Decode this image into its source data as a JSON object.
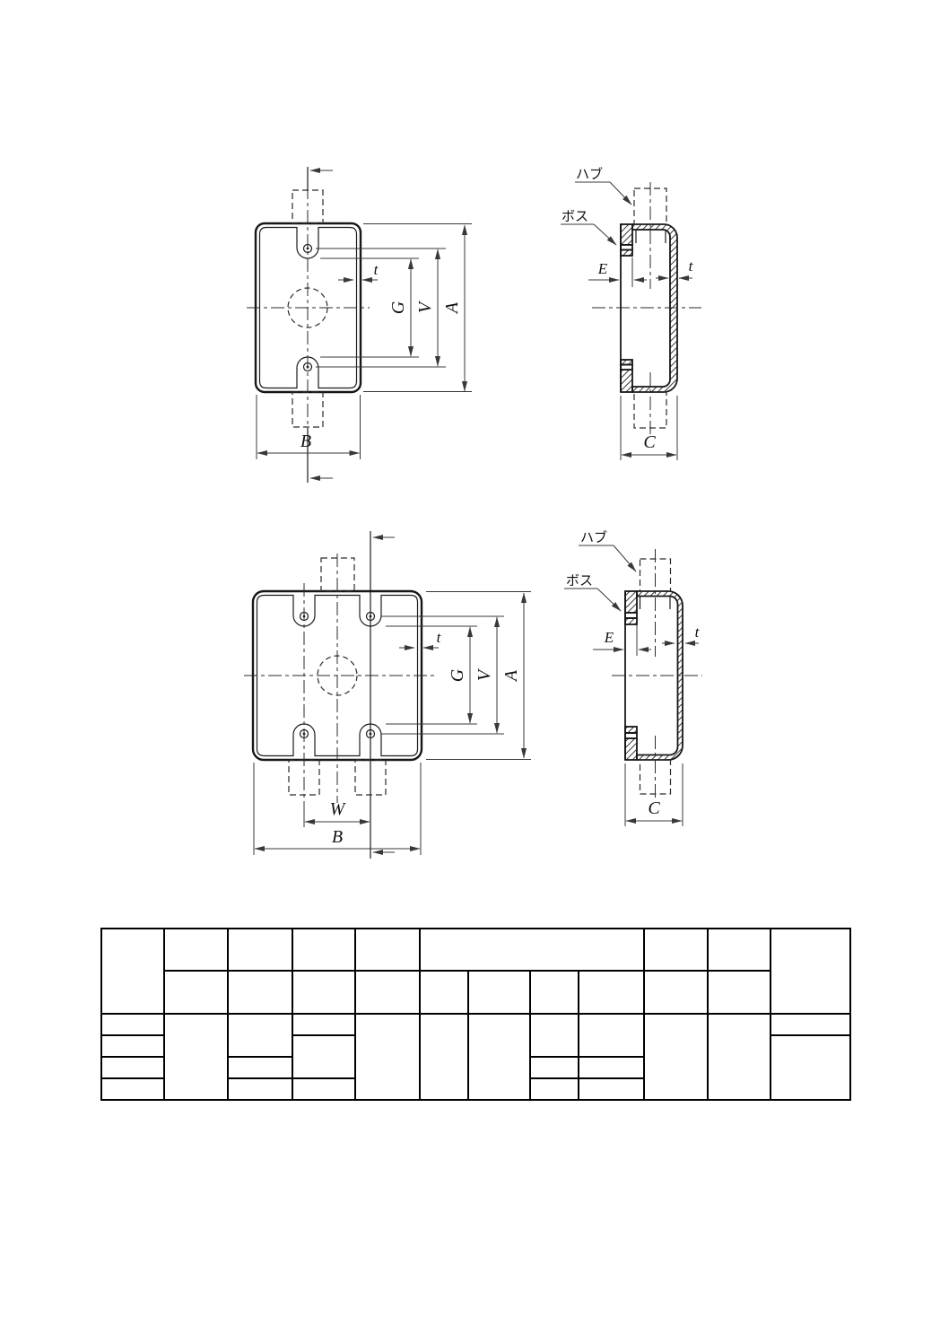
{
  "colors": {
    "background": "#ffffff",
    "object_line": "#161616",
    "dimension_line": "#383838"
  },
  "front_view_rect": {
    "dims": {
      "t": "t",
      "G": "G",
      "V": "V",
      "A": "A",
      "B": "B"
    }
  },
  "side_view_rect": {
    "callouts": {
      "hub": "ハブ",
      "boss": "ボス"
    },
    "dims": {
      "E": "E",
      "t": "t",
      "C": "C"
    }
  },
  "front_view_square": {
    "dims": {
      "t": "t",
      "G": "G",
      "V": "V",
      "A": "A",
      "W": "W",
      "B": "B"
    }
  },
  "side_view_square": {
    "callouts": {
      "hub": "ハブ",
      "boss": "ボス"
    },
    "dims": {
      "E": "E",
      "t": "t",
      "C": "C"
    }
  },
  "table": {
    "header_rows": 2,
    "body_rows": 4,
    "columns": 12,
    "cells_empty": true
  }
}
